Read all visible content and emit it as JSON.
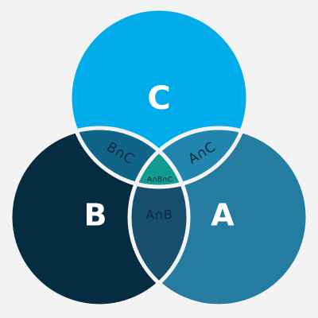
{
  "background": "#f3f3f3",
  "outline_color": "#f3f3f3",
  "sets": {
    "a": {
      "label": "A",
      "color": "#247ca0"
    },
    "b": {
      "label": "B",
      "color": "#062c42"
    },
    "c": {
      "label": "C",
      "color": "#00adea"
    }
  },
  "intersections": {
    "a_c": {
      "label": "A∩C",
      "color": "#2285ae"
    },
    "b_c": {
      "label": "B∩C",
      "color": "#106488"
    },
    "a_b": {
      "label": "A∩B",
      "color": "#174e6c"
    },
    "a_b_c": {
      "label": "A∩B∩C",
      "color": "#119b91"
    }
  }
}
